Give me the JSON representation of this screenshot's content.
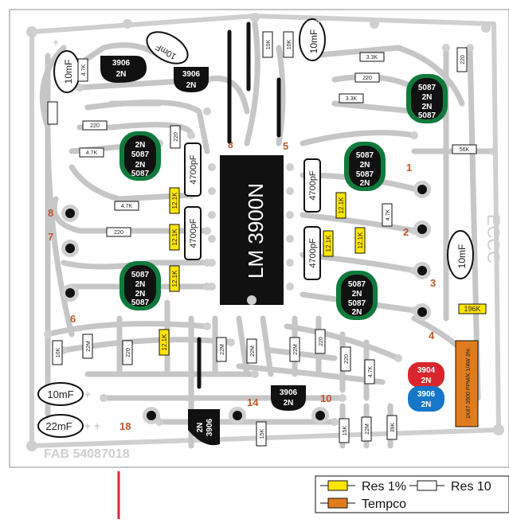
{
  "board": {
    "chip_label": "LM 3900N",
    "fab_label": "FAB 54087018",
    "eccc_label": "ECCC"
  },
  "pads": [
    "8",
    "7",
    "6",
    "5",
    "1",
    "2",
    "3",
    "4",
    "18",
    "14",
    "10"
  ],
  "capacitors": {
    "c_10mf_a": "10mF",
    "c_10mf_b": "10mF",
    "c_10mf_c": "10mF",
    "c_10mf_d": "10mF",
    "c_10mf_e": "10mF",
    "c_22mf": "22mF",
    "c_4700_a": "4700pF",
    "c_4700_b": "4700pF",
    "c_4700_c": "4700pF",
    "c_4700_d": "4700pF"
  },
  "transistors": {
    "q_2n5087_text": [
      "2N",
      "5087"
    ],
    "q_2n3906_text": [
      "2N",
      "3906"
    ],
    "q_2n3904_text": [
      "2N",
      "3904"
    ]
  },
  "resistors": {
    "r_196k": "196K",
    "r_56k": "56K",
    "r_121k": "12.1K",
    "r_10k": "10K",
    "r_22m": "22M",
    "r_220": "220",
    "r_47k": "4.7K",
    "r_33k": "3.3K",
    "r_15k": "15K",
    "r_39k": "39K",
    "r_tempco": "1K87 3500 PPM/K 1/4W 3%"
  },
  "legend": {
    "res_1pct": "Res 1%",
    "res_10pct": "Res 10",
    "tempco": "Tempco",
    "colors": {
      "res1": "#ffe600",
      "res10": "#ffffff",
      "tempco": "#e07c1e"
    }
  },
  "colors": {
    "trace": "#c8c8c8",
    "board": "#ffffff",
    "transistor_green": "#0f7a3c",
    "transistor_red": "#d8262c",
    "transistor_blue": "#1677c8",
    "pad": "#111111",
    "label_orange": "#c0562a"
  }
}
